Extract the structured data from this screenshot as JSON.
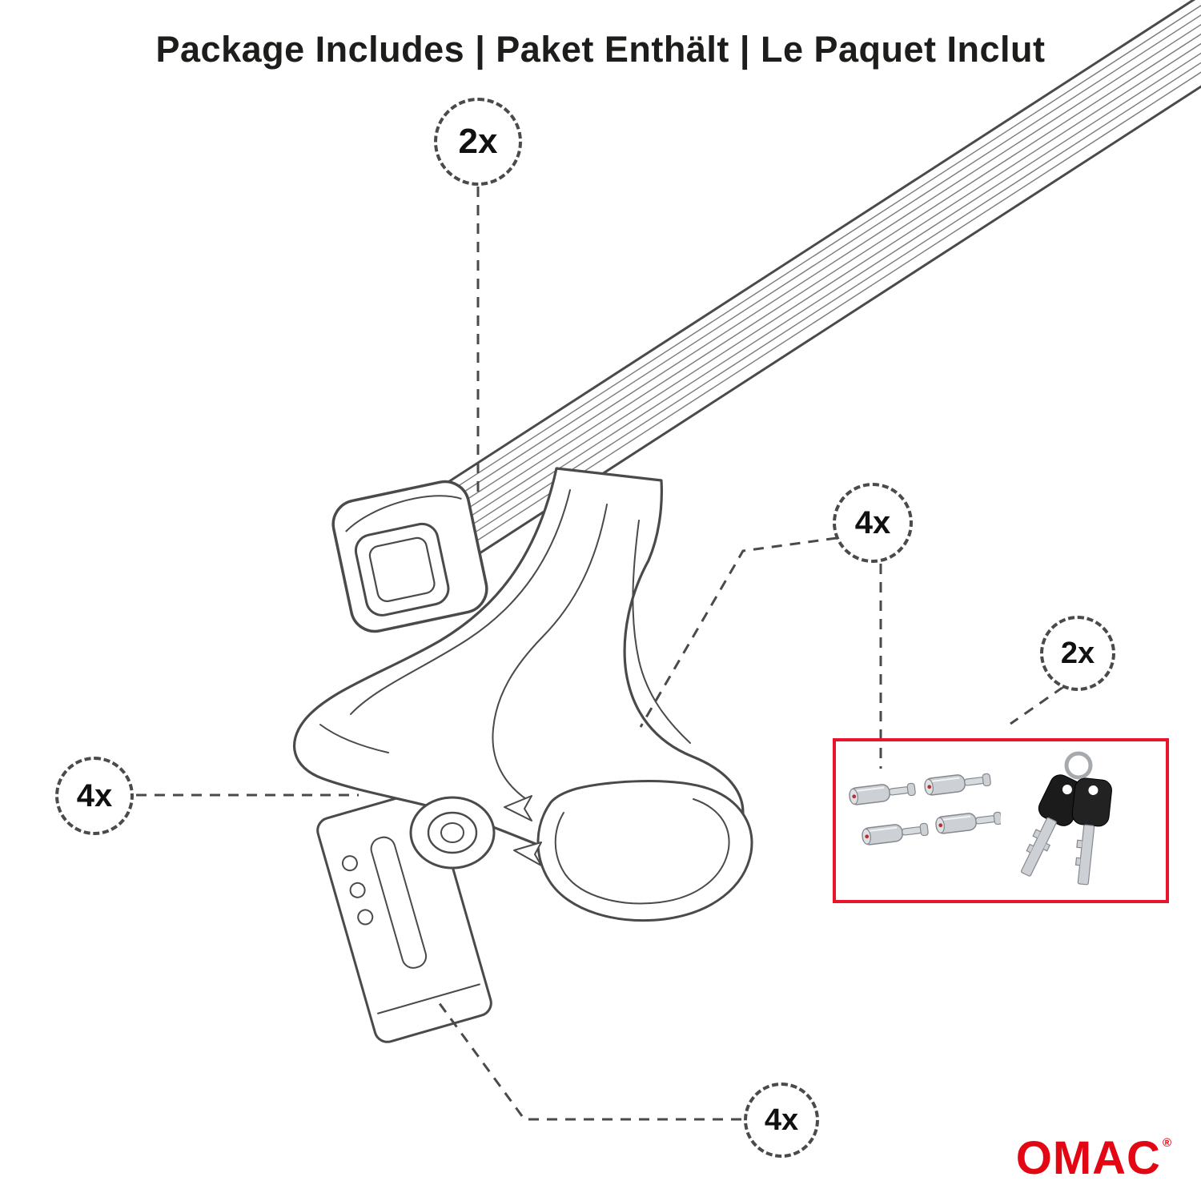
{
  "title": "Package Includes | Paket Enthält | Le Paquet Inclut",
  "callouts": [
    {
      "id": "crossbar",
      "qty": "2x"
    },
    {
      "id": "lock-bolts",
      "qty": "4x"
    },
    {
      "id": "keys",
      "qty": "2x"
    },
    {
      "id": "foot",
      "qty": "4x"
    },
    {
      "id": "clamp",
      "qty": "4x"
    }
  ],
  "parts_box": {
    "border_color": "#e8142b",
    "images": [
      {
        "icon": "lock-cylinders-photo"
      },
      {
        "icon": "keys-with-ring-photo"
      }
    ]
  },
  "brand": {
    "name": "OMAC",
    "registered_mark": "®",
    "color": "#e30613"
  },
  "illustration": {
    "line_color": "#4a4a4a"
  }
}
